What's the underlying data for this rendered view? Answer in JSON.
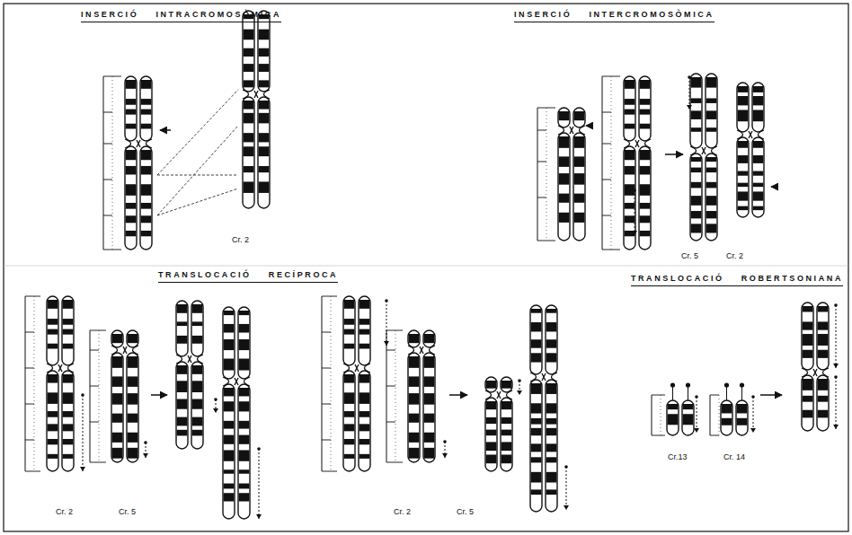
{
  "diagram": {
    "labels": [
      "INSERCIÓ INTRACROMOSÒMICA",
      "INSERCIÓ INTERCROMOSÒMICA",
      "Cr. 2",
      "Cr. 5",
      "Cr. 2",
      "TRANSLOCACIÓ RECÍPROCA",
      "TRANSLOCACIÓ ROBERTSONIANA",
      "Cr. 2",
      "Cr. 5",
      "Cr. 2",
      "Cr. 5",
      "Cr.13",
      "Cr. 14"
    ]
  }
}
